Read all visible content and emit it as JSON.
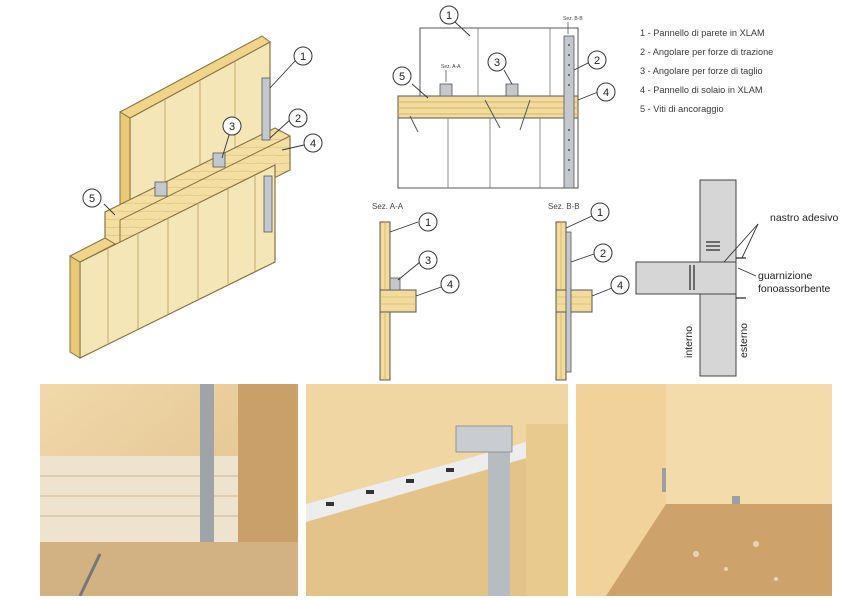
{
  "legend": [
    {
      "num": "1",
      "text": "1 - Pannello di parete in XLAM"
    },
    {
      "num": "2",
      "text": "2 - Angolare per forze di trazione"
    },
    {
      "num": "3",
      "text": "3 - Angolare per forze di taglio"
    },
    {
      "num": "4",
      "text": "4 - Pannello di solaio in XLAM"
    },
    {
      "num": "5",
      "text": "5 - Viti di ancoraggio"
    }
  ],
  "callouts": {
    "n1": "1",
    "n2": "2",
    "n3": "3",
    "n4": "4",
    "n5": "5"
  },
  "sections": {
    "aa": "Sez. A-A",
    "bb": "Sez. B-B",
    "small_a": "Sez. A-A",
    "small_b": "Sez. B-B"
  },
  "detail": {
    "tape": "nastro adesivo",
    "gasket": "guarnizione fonoassorbente",
    "interior": "interno",
    "exterior": "esterno"
  },
  "colors": {
    "wood": "#f1dc9e",
    "wood_line": "#c9a95a",
    "outline": "#333333",
    "steel": "#b8bcc2",
    "detail_fill": "#d6d6d6"
  }
}
